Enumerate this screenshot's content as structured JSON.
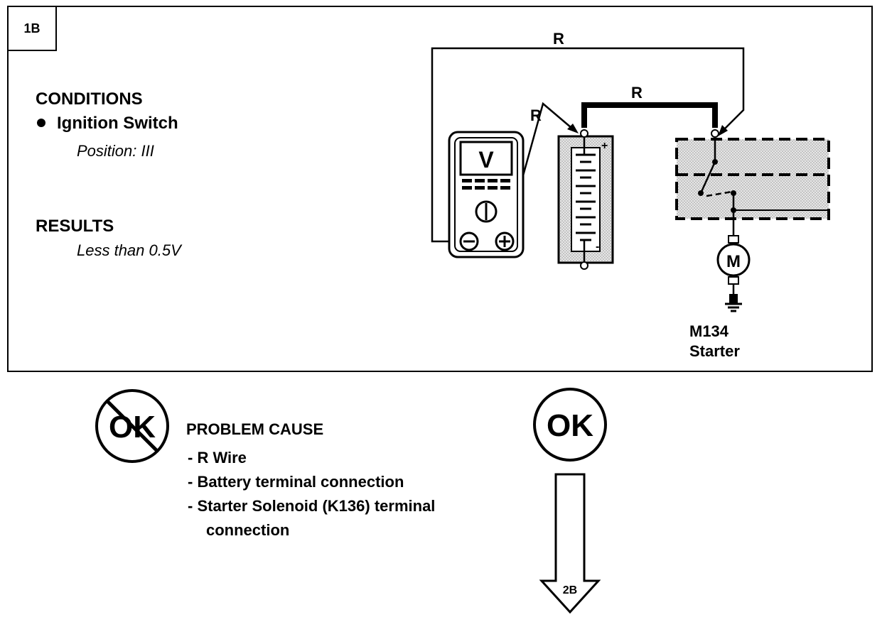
{
  "step_label": "1B",
  "conditions": {
    "heading": "CONDITIONS",
    "item": "Ignition Switch",
    "detail": "Position: III"
  },
  "results": {
    "heading": "RESULTS",
    "value": "Less than 0.5V"
  },
  "wire_labels": {
    "top": "R",
    "middle": "R",
    "meter_lead": "R"
  },
  "meter": {
    "display": "V",
    "minus": "−",
    "plus": "+"
  },
  "battery": {
    "plus": "+",
    "minus": "-"
  },
  "motor_symbol": "M",
  "component": {
    "id": "M134",
    "name": "Starter"
  },
  "fail_outcome": {
    "symbol": "OK",
    "heading": "PROBLEM CAUSE",
    "causes": [
      "- R Wire",
      "- Battery terminal connection",
      "- Starter Solenoid (K136) terminal",
      "connection"
    ]
  },
  "pass_outcome": {
    "symbol": "OK",
    "next_step": "2B"
  }
}
